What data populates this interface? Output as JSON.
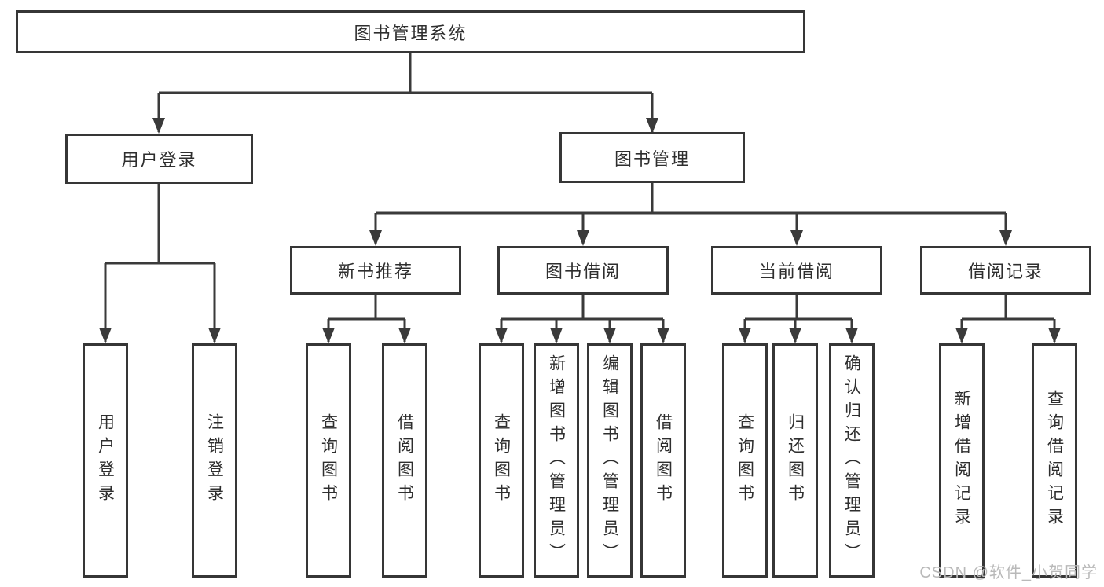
{
  "diagram": {
    "title": "图书管理系统",
    "colors": {
      "line": "#3a3a3a",
      "box_border": "#363636",
      "box_fill": "#ffffff",
      "text": "#2e2e2e",
      "watermark": "#b9b9b9",
      "background": "#ffffff"
    },
    "nodes": {
      "root": "图书管理系统",
      "user_login": "用户登录",
      "book_mgmt": "图书管理",
      "new_book_rec": "新书推荐",
      "book_borrow": "图书借阅",
      "current_borrow": "当前借阅",
      "borrow_records": "借阅记录",
      "ul_login": "用户登录",
      "ul_logout": "注销登录",
      "nb_query": "查询图书",
      "nb_borrow": "借阅图书",
      "bb_query": "查询图书",
      "bb_add": "新增图书（管理员）",
      "bb_edit": "编辑图书（管理员）",
      "bb_borrow": "借阅图书",
      "cb_query": "查询图书",
      "cb_return": "归还图书",
      "cb_confirm": "确认归还（管理员）",
      "br_add": "新增借阅记录",
      "br_query": "查询借阅记录"
    },
    "watermark": "CSDN @软件_小贺同学"
  }
}
